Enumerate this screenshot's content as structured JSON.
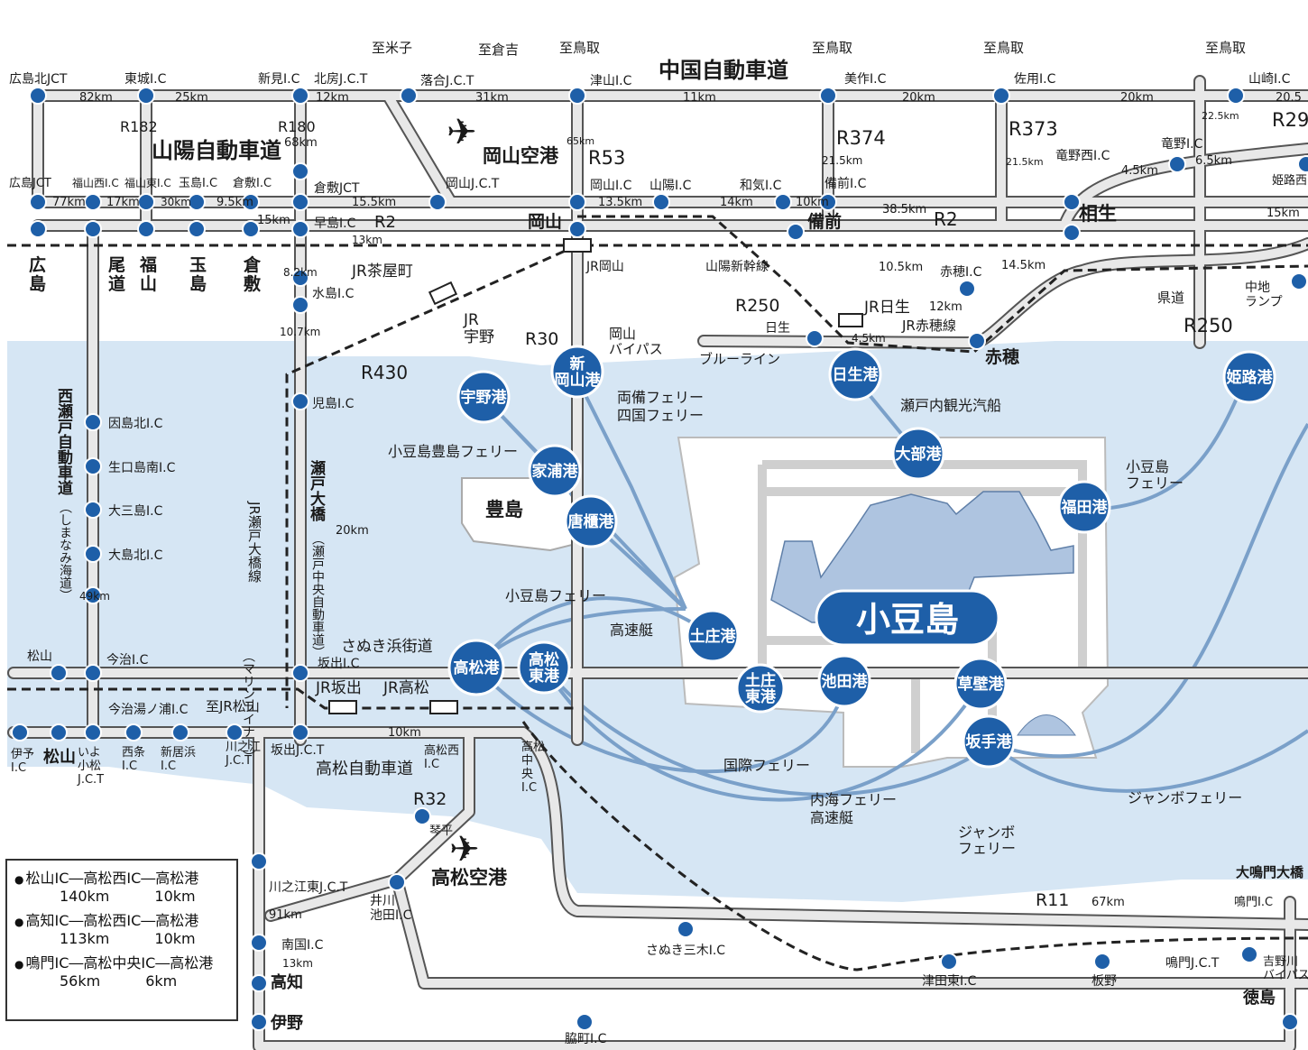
{
  "colors": {
    "sea": "#d6e6f4",
    "water_route": "#7aa0c9",
    "road_fill": "#e6e6e6",
    "road_edge": "#555555",
    "port": "#1e5fa8",
    "ic": "#1e5fa8",
    "rail": "#222222"
  },
  "expressways": {
    "chugoku": "中国自動車道",
    "sanyo": "山陽自動車道",
    "seto_chuo": "瀬戸大橋",
    "seto_chuo_sub": "（瀬戸中央自動車道）",
    "nishiseto": "西瀬戸自動車道",
    "nishiseto_sub": "（しまなみ海道）",
    "takamatsu": "高松自動車道",
    "sanuki": "さぬき浜街道"
  },
  "directions": {
    "yonago": "至米子",
    "kurayoshi": "至倉吉",
    "tottori1": "至鳥取",
    "tottori2": "至鳥取",
    "tottori3": "至鳥取",
    "tottori4": "至鳥取",
    "jr_matsuyama": "至JR松山",
    "onaruto": "大鳴門大橋"
  },
  "airports": {
    "okayama": "岡山空港",
    "takamatsu": "高松空港"
  },
  "ports": {
    "uno": "宇野港",
    "shin_okayama": "新\n岡山港",
    "hinase": "日生港",
    "himeji": "姫路港",
    "iyeura": "家浦港",
    "karato": "唐櫃港",
    "obe": "大部港",
    "fukuda": "福田港",
    "tonosho": "土庄港",
    "tonosho_higashi": "土庄\n東港",
    "ikeda": "池田港",
    "kusakabe": "草壁港",
    "sakate": "坂手港",
    "takamatsu": "高松港",
    "takamatsu_higashi": "高松\n東港"
  },
  "islands": {
    "shodoshima": "小豆島",
    "teshima": "豊島"
  },
  "ferries": {
    "ryobi": "両備フェリー",
    "shikoku": "四国フェリー",
    "setonai": "瀬戸内観光汽船",
    "teshima": "小豆島豊島フェリー",
    "shodoshima_h": "小豆島\nフェリー",
    "shodoshima": "小豆島フェリー",
    "kosokutei": "高速艇",
    "kokusai": "国際フェリー",
    "naikai": "内海フェリー",
    "naikai_k": "高速艇",
    "jumbo": "ジャンボ\nフェリー",
    "jumbo2": "ジャンボフェリー"
  },
  "cities": {
    "okayama": "岡山",
    "bizen": "備前",
    "aioi": "相生",
    "ako": "赤穂",
    "hiroshima": "広\n島",
    "onomichi": "尾\n道",
    "fukuyama": "福\n山",
    "tamashima": "玉\n島",
    "kurashiki": "倉\n敷",
    "matsuyama": "松山",
    "kochi": "高知",
    "iya": "伊野",
    "tokushima": "徳島",
    "kotohira": "琴平"
  },
  "rail": {
    "chayamachi": "JR茶屋町",
    "okayama": "JR岡山",
    "uno": "JR\n宇野",
    "shinkansen": "山陽新幹線",
    "hinase": "JR日生",
    "ako_line": "JR赤穂線",
    "seto_ohashi": "JR瀬戸大橋線",
    "seto_ohashi_sub": "（マリンライナー）",
    "sakaide": "JR坂出",
    "takamatsu": "JR高松"
  },
  "roads": {
    "r182": "R182",
    "r180": "R180",
    "r53": "R53",
    "r374": "R374",
    "r373": "R373",
    "r29": "R29",
    "r2a": "R2",
    "r2b": "R2",
    "r250a": "R250",
    "r250b": "R250",
    "r30": "R30",
    "r430": "R430",
    "r32": "R32",
    "r11": "R11",
    "bypass": "岡山\nバイパス",
    "blueline": "ブルーライン",
    "kendo": "県道",
    "hinase_town": "日生",
    "nakachi": "中地\nランプ",
    "yoshinogawa": "吉野川\nバイパス"
  },
  "ics": {
    "hiroshima_kita_jct": "広島北JCT",
    "tojo": "東城I.C",
    "niimi": "新見I.C",
    "hokubo": "北房J.C.T",
    "ochiai": "落合J.C.T",
    "tsuyama": "津山I.C",
    "mimasaka": "美作I.C",
    "sayo": "佐用I.C",
    "yamasaki": "山崎I.C",
    "hiroshima_jct": "広島JCT",
    "fukuyama_nishi": "福山西I.C",
    "fukuyama_higashi": "福山東I.C",
    "tamashima": "玉島I.C",
    "kurashiki": "倉敷I.C",
    "kurashiki_jct": "倉敷JCT",
    "okayama_jct": "岡山J.C.T",
    "okayama": "岡山I.C",
    "sanyo": "山陽I.C",
    "wake": "和気I.C",
    "bizen": "備前I.C",
    "tatsuno_nishi": "竜野西I.C",
    "tatsuno": "竜野I.C",
    "himeji_nishi": "姫路西",
    "hayashima": "早島I.C",
    "mizushima": "水島I.C",
    "kojima": "児島I.C",
    "sakaide": "坂出I.C",
    "ako": "赤穂I.C",
    "innoshima_kita": "因島北I.C",
    "ikuchijima_minami": "生口島南I.C",
    "omishima": "大三島I.C",
    "oshima_kita": "大島北I.C",
    "imabari": "今治I.C",
    "imabari_yunoura": "今治湯ノ浦I.C",
    "matsuyama_town": "松山",
    "iyo": "伊予\nI.C",
    "iyo_komatsu": "いよ\n小松\nJ.C.T",
    "saijo": "西条\nI.C",
    "niihama": "新居浜\nI.C",
    "kawanoe_jct": "川之江\nJ.C.T",
    "sakaide_jct": "坂出J.C.T",
    "takamatsu_nishi": "高松西\nI.C",
    "takamatsu_chuo": "高松\n中\n央\nI.C",
    "kawanoe_higashi": "川之江東J.C.T",
    "ikawa_ikeda": "井川\n池田I.C",
    "nangoku": "南国I.C",
    "sanuki_miki": "さぬき三木I.C",
    "tsuda_higashi": "津田東I.C",
    "itano": "板野",
    "naruto_jct": "鳴門J.C.T",
    "naruto": "鳴門I.C",
    "wakimachi": "脇町I.C"
  },
  "distances": {
    "d82": "82km",
    "d25": "25km",
    "d12": "12km",
    "d31": "31km",
    "d11": "11km",
    "d20": "20km",
    "d20b": "20km",
    "d205": "20.5",
    "d68": "68km",
    "d65": "65km",
    "d215a": "21.5km",
    "d215b": "21.5km",
    "d225": "22.5km",
    "d45": "4.5km",
    "d65b": "6.5km",
    "d77": "77km",
    "d17": "17km",
    "d30": "30km",
    "d95": "9.5km",
    "d155": "15.5km",
    "d135": "13.5km",
    "d14": "14km",
    "d10": "10km",
    "d385": "38.5km",
    "d15": "15km",
    "d15b": "15km",
    "d13": "13km",
    "d82b": "8.2km",
    "d105": "10.5km",
    "d145": "14.5km",
    "d12b": "12km",
    "d45b": "4.5km",
    "d107": "10.7km",
    "d20c": "20km",
    "d49": "49km",
    "d10b": "10km",
    "d91": "91km",
    "d13b": "13km",
    "d67": "67km"
  },
  "legend": {
    "items": [
      {
        "route": "松山IC―高松西IC―高松港",
        "d1": "140km",
        "d2": "10km"
      },
      {
        "route": "高知IC―高松西IC―高松港",
        "d1": "113km",
        "d2": "10km"
      },
      {
        "route": "鳴門IC―高松中央IC―高松港",
        "d1": "56km",
        "d2": "6km"
      }
    ]
  }
}
